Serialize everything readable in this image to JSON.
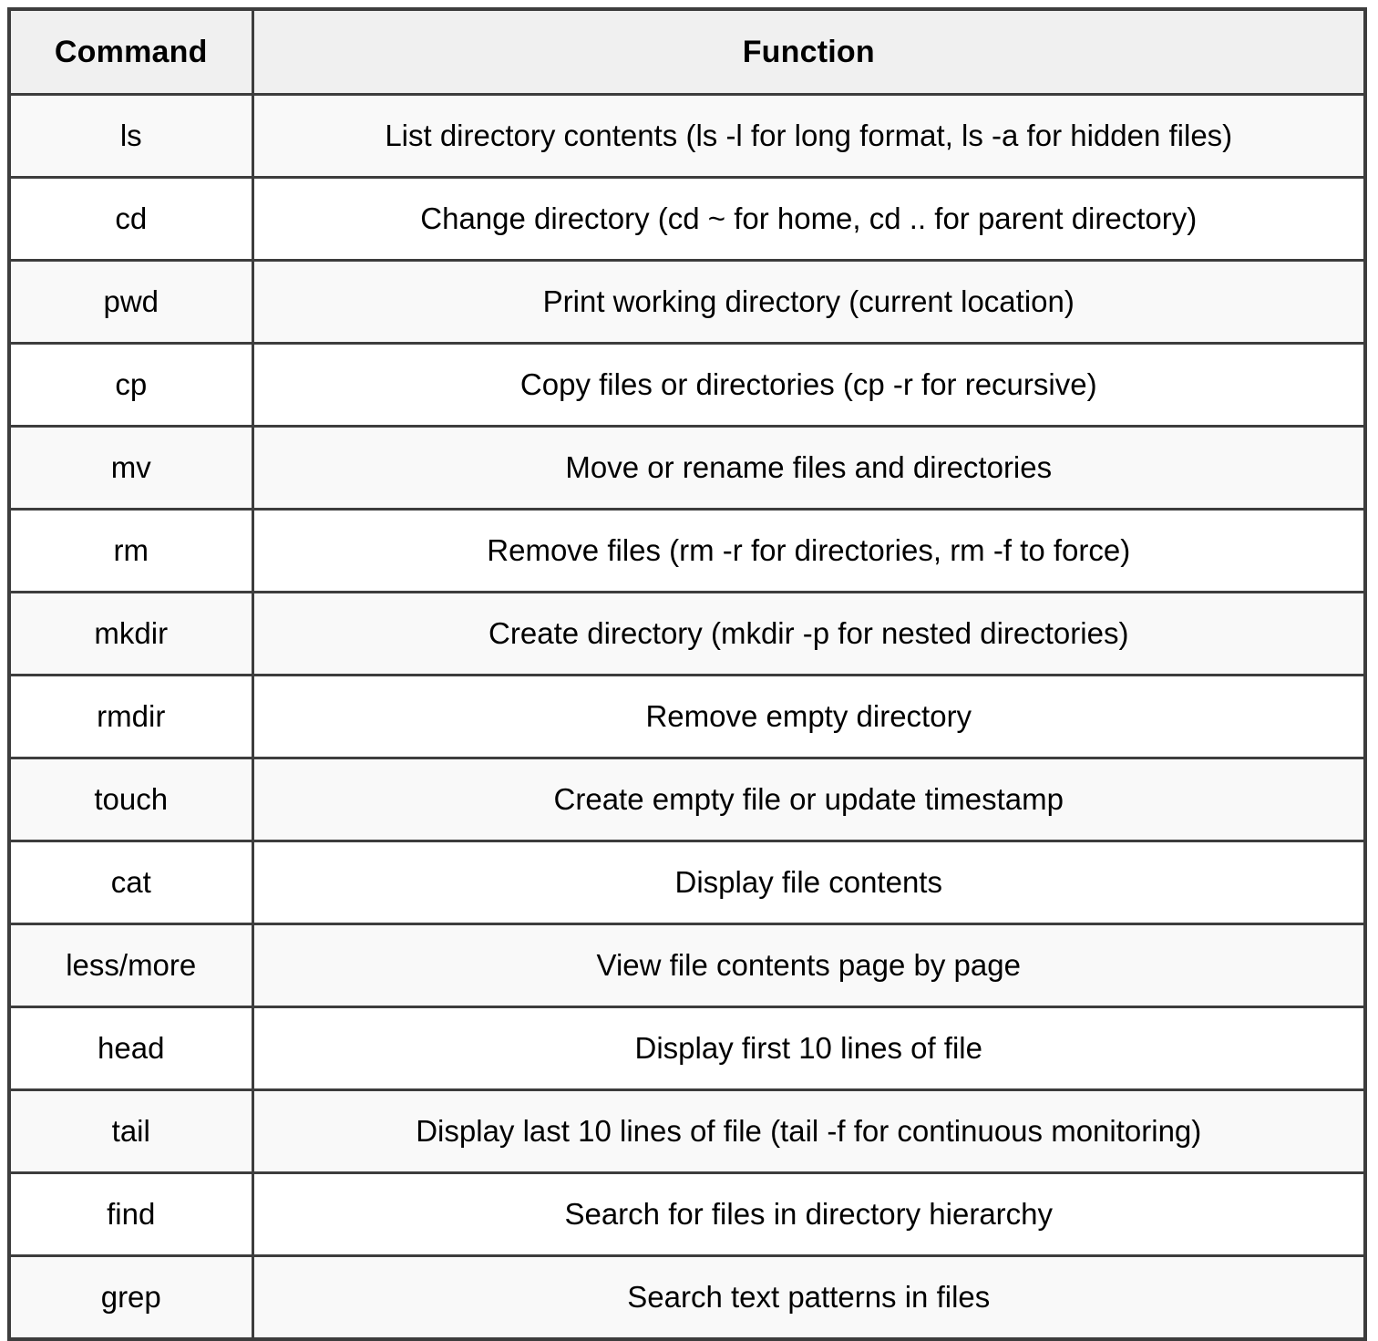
{
  "table": {
    "columns": [
      {
        "key": "command",
        "label": "Command"
      },
      {
        "key": "function",
        "label": "Function"
      }
    ],
    "colors": {
      "header_background": "#f0f0f0",
      "stripe_row_background": "#f9f9f9",
      "plain_row_background": "#ffffff",
      "border": "#3d3d3d",
      "text": "#000000"
    },
    "rows": [
      {
        "command": "ls",
        "function": "List directory contents (ls -l for long format, ls -a for hidden files)"
      },
      {
        "command": "cd",
        "function": "Change directory (cd ~ for home, cd .. for parent directory)"
      },
      {
        "command": "pwd",
        "function": "Print working directory (current location)"
      },
      {
        "command": "cp",
        "function": "Copy files or directories (cp -r for recursive)"
      },
      {
        "command": "mv",
        "function": "Move or rename files and directories"
      },
      {
        "command": "rm",
        "function": "Remove files (rm -r for directories, rm -f to force)"
      },
      {
        "command": "mkdir",
        "function": "Create directory (mkdir -p for nested directories)"
      },
      {
        "command": "rmdir",
        "function": "Remove empty directory"
      },
      {
        "command": "touch",
        "function": "Create empty file or update timestamp"
      },
      {
        "command": "cat",
        "function": "Display file contents"
      },
      {
        "command": "less/more",
        "function": "View file contents page by page"
      },
      {
        "command": "head",
        "function": "Display first 10 lines of file"
      },
      {
        "command": "tail",
        "function": "Display last 10 lines of file (tail -f for continuous monitoring)"
      },
      {
        "command": "find",
        "function": "Search for files in directory hierarchy"
      },
      {
        "command": "grep",
        "function": "Search text patterns in files"
      }
    ]
  }
}
